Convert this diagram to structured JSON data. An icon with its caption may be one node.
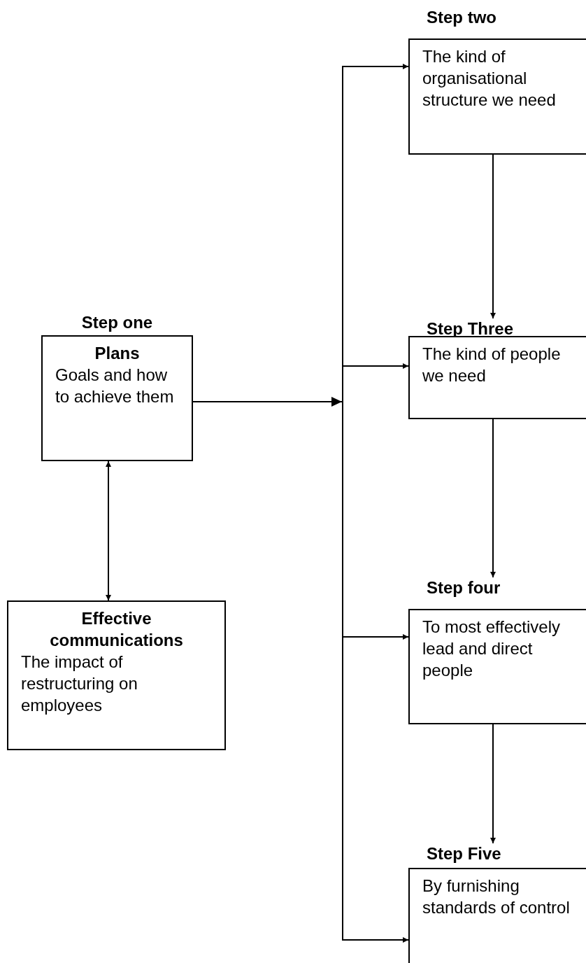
{
  "diagram": {
    "nodes": [
      {
        "text": [
          "Step one",
          "Plans",
          "Goals and how to achieve them"
        ]
      },
      {
        "text": [
          "Effective communications",
          "The impact of restructuring on employees"
        ]
      },
      {
        "text": [
          "Step two",
          "The kind of organisational structure we need"
        ]
      },
      {
        "text": [
          "Step Three",
          "The kind of people we need"
        ]
      },
      {
        "text": [
          "Step four",
          "To most effectively lead and direct people"
        ]
      },
      {
        "text": [
          "Step Five",
          "By furnishing standards of control"
        ]
      }
    ],
    "edges": [
      {
        "from": 0,
        "to": 1,
        "arrow": "both"
      },
      {
        "from": 0,
        "to": 2,
        "arrow": "to"
      },
      {
        "from": 0,
        "to": 3,
        "arrow": "to"
      },
      {
        "from": 0,
        "to": 4,
        "arrow": "to"
      },
      {
        "from": 0,
        "to": 5,
        "arrow": "to"
      },
      {
        "from": 2,
        "to": 3,
        "arrow": "to"
      },
      {
        "from": 3,
        "to": 4,
        "arrow": "to"
      },
      {
        "from": 4,
        "to": 5,
        "arrow": "to"
      }
    ]
  }
}
